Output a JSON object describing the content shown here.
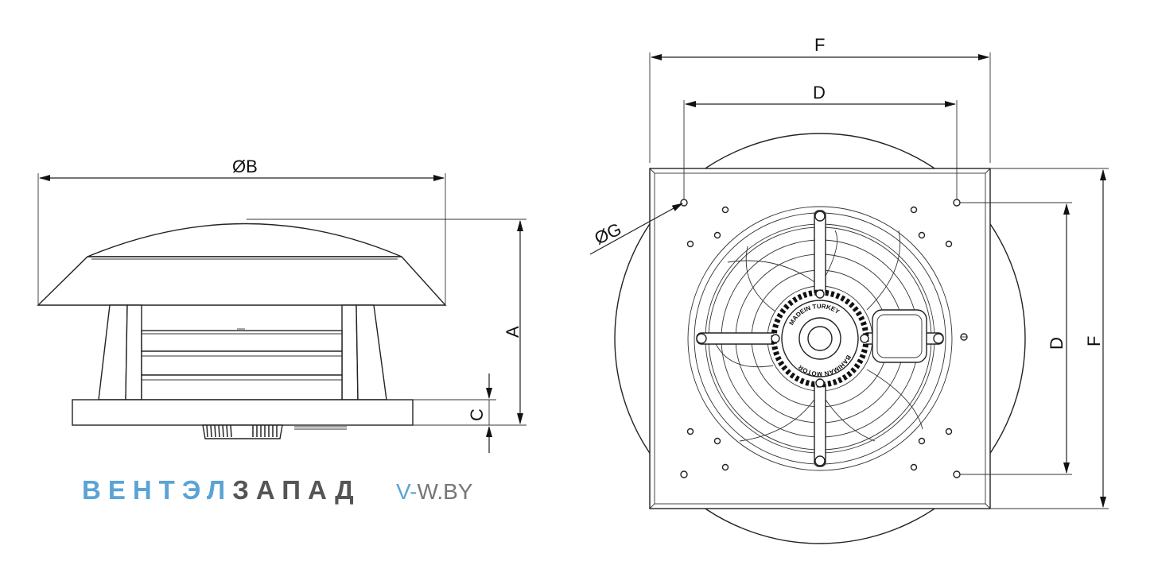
{
  "labels": {
    "side_diameter": "ØB",
    "side_height": "A",
    "side_base": "C",
    "top_width": "F",
    "top_hole_spacing": "D",
    "hole_diameter": "ØG",
    "right_hole_spacing": "D",
    "right_width": "F"
  },
  "motor_text": {
    "top": "MADEIN TURKEY",
    "bottom": "BAHIMAN MOTOR"
  },
  "brand": {
    "part1": "ВЕНТЭЛ",
    "part2": "ЗАПАД",
    "site_part1": "V-",
    "site_part2": "W.BY"
  },
  "colors": {
    "brand_blue": "#5aa3d6",
    "brand_gray": "#555555",
    "line": "#222222"
  }
}
